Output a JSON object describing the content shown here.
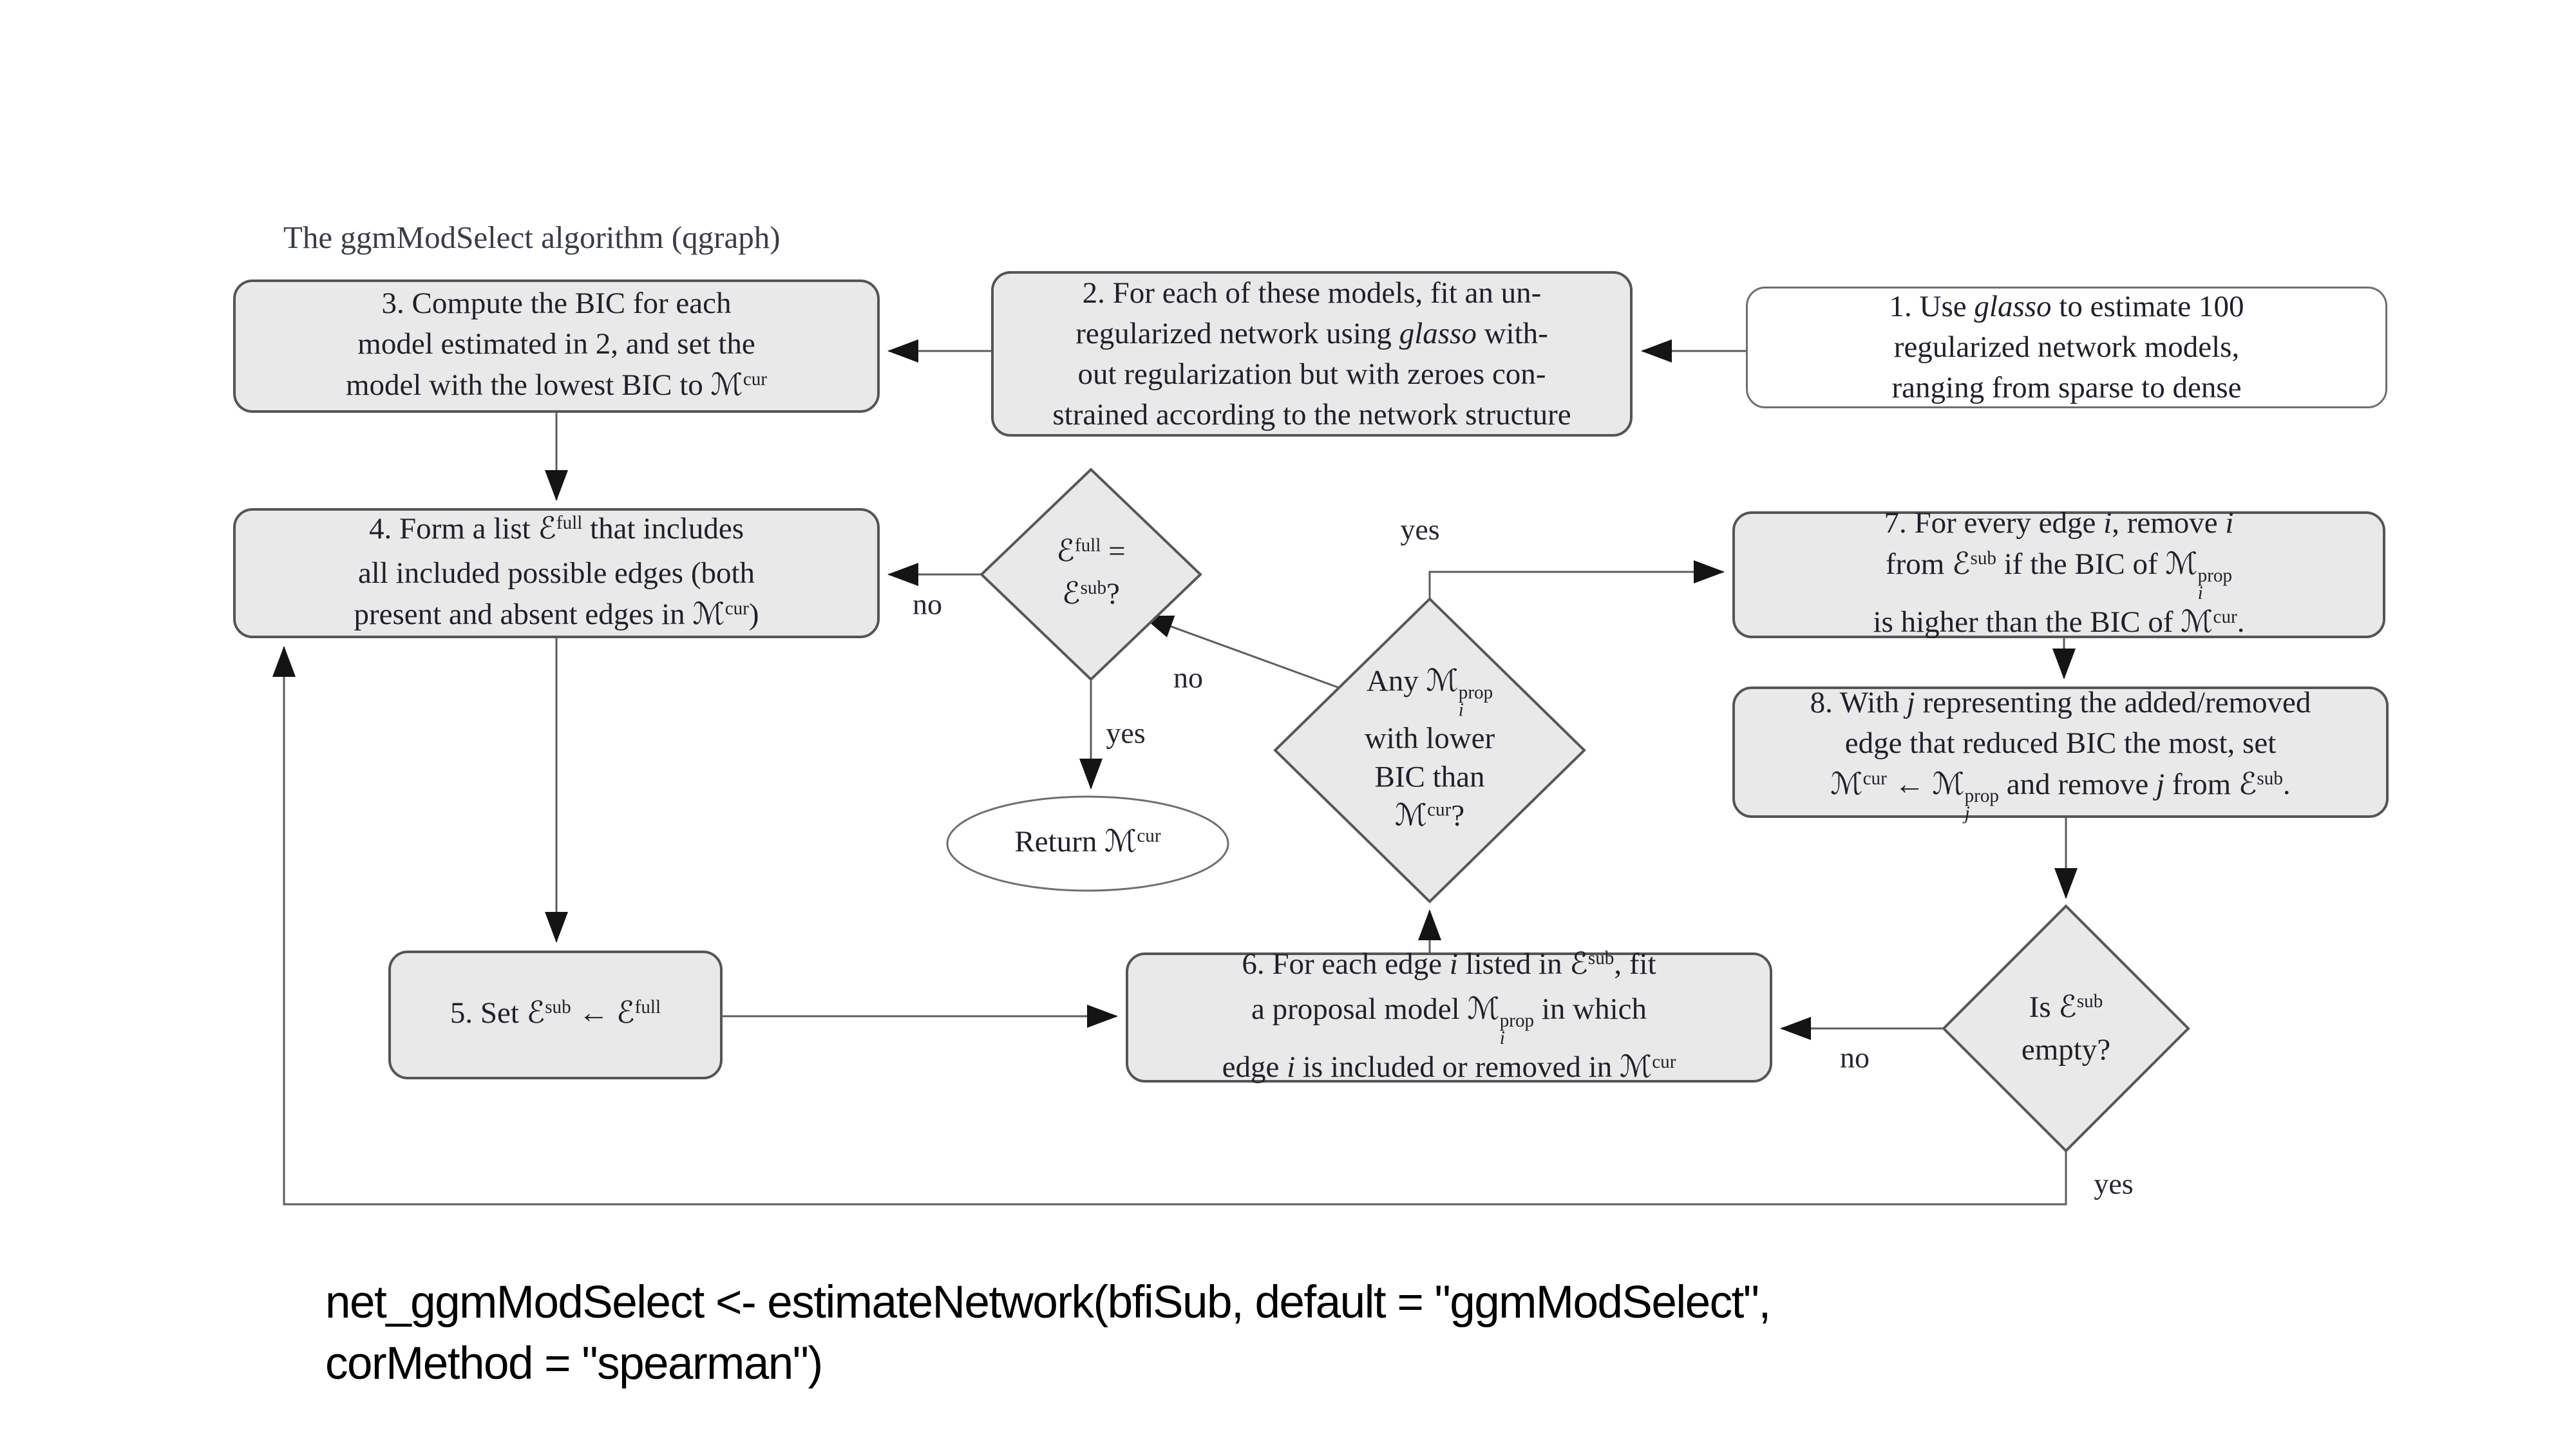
{
  "title": "The ggmModSelect algorithm (qgraph)",
  "colors": {
    "node_fill": "#e9e9e9",
    "node_border": "#555555",
    "white_fill": "#ffffff",
    "connector_line": "#5d5d5d",
    "arrowhead": "#141414",
    "text": "#1f2127",
    "code_text": "#000000"
  },
  "nodes": {
    "box1": {
      "lines": [
        [
          {
            "c": "t",
            "v": "1. Use "
          },
          {
            "c": "i",
            "v": "glasso"
          },
          {
            "c": "t",
            "v": " to estimate 100"
          }
        ],
        [
          {
            "c": "t",
            "v": "regularized network models,"
          }
        ],
        [
          {
            "c": "t",
            "v": "ranging from sparse to dense"
          }
        ]
      ]
    },
    "box2": {
      "lines": [
        [
          {
            "c": "t",
            "v": "2. For each of these models, fit an un-"
          }
        ],
        [
          {
            "c": "t",
            "v": "regularized network using "
          },
          {
            "c": "i",
            "v": "glasso"
          },
          {
            "c": "t",
            "v": " with-"
          }
        ],
        [
          {
            "c": "t",
            "v": "out regularization but with zeroes con-"
          }
        ],
        [
          {
            "c": "t",
            "v": "strained according to the network structure"
          }
        ]
      ]
    },
    "box3": {
      "lines": [
        [
          {
            "c": "t",
            "v": "3. Compute the BIC for each"
          }
        ],
        [
          {
            "c": "t",
            "v": "model estimated in 2, and set the"
          }
        ],
        [
          {
            "c": "t",
            "v": "model with the lowest BIC to "
          },
          {
            "c": "m",
            "v": "ℳ"
          },
          {
            "c": "sup",
            "v": "cur"
          }
        ]
      ]
    },
    "box4": {
      "lines": [
        [
          {
            "c": "t",
            "v": "4. Form a list "
          },
          {
            "c": "e",
            "v": "ℰ"
          },
          {
            "c": "sup",
            "v": "full"
          },
          {
            "c": "t",
            "v": " that includes"
          }
        ],
        [
          {
            "c": "t",
            "v": "all included possible edges (both"
          }
        ],
        [
          {
            "c": "t",
            "v": "present and absent edges in "
          },
          {
            "c": "m",
            "v": "ℳ"
          },
          {
            "c": "sup",
            "v": "cur"
          },
          {
            "c": "t",
            "v": ")"
          }
        ]
      ]
    },
    "box5": {
      "lines": [
        [
          {
            "c": "t",
            "v": "5. Set "
          },
          {
            "c": "e",
            "v": "ℰ"
          },
          {
            "c": "sup",
            "v": "sub"
          },
          {
            "c": "t",
            "v": " ← "
          },
          {
            "c": "e",
            "v": "ℰ"
          },
          {
            "c": "sup",
            "v": "full"
          }
        ]
      ]
    },
    "box6": {
      "lines": [
        [
          {
            "c": "t",
            "v": "6. For each edge "
          },
          {
            "c": "i",
            "v": "i"
          },
          {
            "c": "t",
            "v": " listed in "
          },
          {
            "c": "e",
            "v": "ℰ"
          },
          {
            "c": "sup",
            "v": "sub"
          },
          {
            "c": "t",
            "v": ", fit"
          }
        ],
        [
          {
            "c": "t",
            "v": "a proposal model "
          },
          {
            "c": "m",
            "v": "ℳ"
          },
          {
            "c": "ss",
            "v": "prop|i"
          },
          {
            "c": "t",
            "v": " in which"
          }
        ],
        [
          {
            "c": "t",
            "v": "edge "
          },
          {
            "c": "i",
            "v": "i"
          },
          {
            "c": "t",
            "v": " is included or removed in "
          },
          {
            "c": "m",
            "v": "ℳ"
          },
          {
            "c": "sup",
            "v": "cur"
          }
        ]
      ]
    },
    "box7": {
      "lines": [
        [
          {
            "c": "t",
            "v": "7. For every edge "
          },
          {
            "c": "i",
            "v": "i"
          },
          {
            "c": "t",
            "v": ", remove "
          },
          {
            "c": "i",
            "v": "i"
          }
        ],
        [
          {
            "c": "t",
            "v": "from "
          },
          {
            "c": "e",
            "v": "ℰ"
          },
          {
            "c": "sup",
            "v": "sub"
          },
          {
            "c": "t",
            "v": " if the BIC of "
          },
          {
            "c": "m",
            "v": "ℳ"
          },
          {
            "c": "ss",
            "v": "prop|i"
          }
        ],
        [
          {
            "c": "t",
            "v": "is higher than the BIC of "
          },
          {
            "c": "m",
            "v": "ℳ"
          },
          {
            "c": "sup",
            "v": "cur"
          },
          {
            "c": "t",
            "v": "."
          }
        ]
      ]
    },
    "box8": {
      "lines": [
        [
          {
            "c": "t",
            "v": "8. With "
          },
          {
            "c": "i",
            "v": "j"
          },
          {
            "c": "t",
            "v": " representing the added/removed"
          }
        ],
        [
          {
            "c": "t",
            "v": "edge that reduced BIC the most, set"
          }
        ],
        [
          {
            "c": "m",
            "v": "ℳ"
          },
          {
            "c": "sup",
            "v": "cur"
          },
          {
            "c": "t",
            "v": " ← "
          },
          {
            "c": "m",
            "v": "ℳ"
          },
          {
            "c": "ss",
            "v": "prop|j"
          },
          {
            "c": "t",
            "v": " and remove "
          },
          {
            "c": "i",
            "v": "j"
          },
          {
            "c": "t",
            "v": " from "
          },
          {
            "c": "e",
            "v": "ℰ"
          },
          {
            "c": "sup",
            "v": "sub"
          },
          {
            "c": "t",
            "v": "."
          }
        ]
      ]
    },
    "diamond1": {
      "lines": [
        [
          {
            "c": "e",
            "v": "ℰ"
          },
          {
            "c": "sup",
            "v": "full"
          },
          {
            "c": "t",
            "v": " ="
          }
        ],
        [
          {
            "c": "e",
            "v": "ℰ"
          },
          {
            "c": "sup",
            "v": "sub"
          },
          {
            "c": "t",
            "v": "?"
          }
        ]
      ]
    },
    "diamond2": {
      "lines": [
        [
          {
            "c": "t",
            "v": "Any "
          },
          {
            "c": "m",
            "v": "ℳ"
          },
          {
            "c": "ss",
            "v": "prop|i"
          }
        ],
        [
          {
            "c": "t",
            "v": "with lower"
          }
        ],
        [
          {
            "c": "t",
            "v": "BIC than"
          }
        ],
        [
          {
            "c": "m",
            "v": "ℳ"
          },
          {
            "c": "sup",
            "v": "cur"
          },
          {
            "c": "t",
            "v": "?"
          }
        ]
      ]
    },
    "diamond3": {
      "lines": [
        [
          {
            "c": "t",
            "v": "Is "
          },
          {
            "c": "e",
            "v": "ℰ"
          },
          {
            "c": "sup",
            "v": "sub"
          }
        ],
        [
          {
            "c": "t",
            "v": "empty?"
          }
        ]
      ]
    },
    "ellipse": {
      "lines": [
        [
          {
            "c": "t",
            "v": "Return "
          },
          {
            "c": "m",
            "v": "ℳ"
          },
          {
            "c": "sup",
            "v": "cur"
          }
        ]
      ]
    }
  },
  "edge_labels": {
    "d1_no": "no",
    "d1_yes": "yes",
    "d2_no": "no",
    "d2_yes": "yes",
    "d3_no": "no",
    "d3_yes": "yes"
  },
  "code": {
    "line1": "net_ggmModSelect <- estimateNetwork(bfiSub, default = \"ggmModSelect\",",
    "line2": "corMethod = \"spearman\")"
  }
}
